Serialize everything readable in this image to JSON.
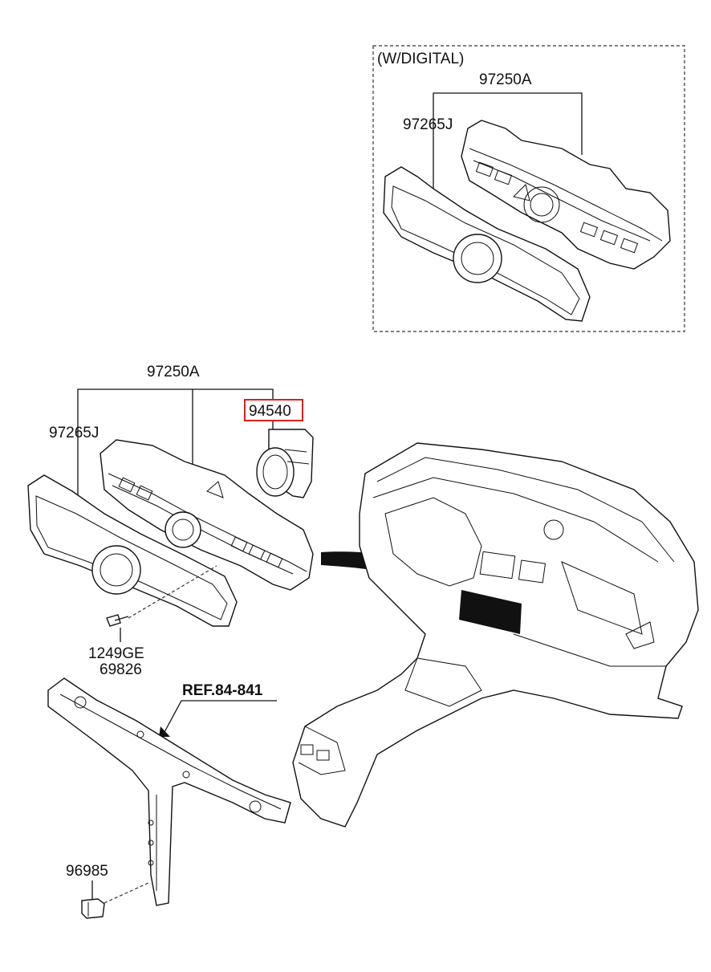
{
  "digital_variant": {
    "caption": "(W/DIGITAL)",
    "assembly_part": "97250A",
    "garnish_part": "97265J"
  },
  "main_assembly": {
    "assembly_part": "97250A",
    "garnish_part": "97265J",
    "highlighted_part": "94540",
    "highlight_color": "#e02020",
    "screw_part_1": "1249GE",
    "screw_part_2": "69826"
  },
  "crossmember": {
    "reference": "REF.84-841",
    "sensor_part": "96985"
  }
}
